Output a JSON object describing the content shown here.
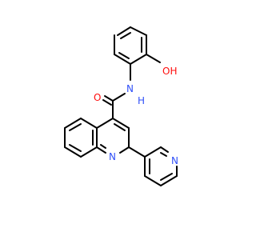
{
  "molecule": {
    "atom_labels": {
      "hydroxyl": "OH",
      "amide_nitrogen": "N",
      "amide_hydrogen": "H",
      "carbonyl_oxygen": "O",
      "quinoline_nitrogen": "N",
      "pyridine_nitrogen": "N"
    }
  },
  "colors": {
    "bond": "#000000",
    "nitrogen": "#3050f8",
    "oxygen": "#ff0d0d",
    "background": "#ffffff"
  }
}
